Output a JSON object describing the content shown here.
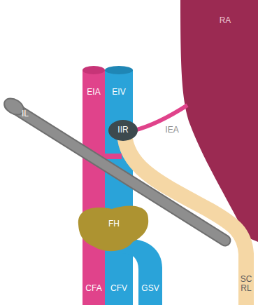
{
  "diagram": {
    "labels": [
      "RA",
      "IL",
      "EIA",
      "EIV",
      "IIR",
      "IEA",
      "FH",
      "CFA",
      "CFV",
      "GSV",
      "SC RL"
    ]
  }
}
